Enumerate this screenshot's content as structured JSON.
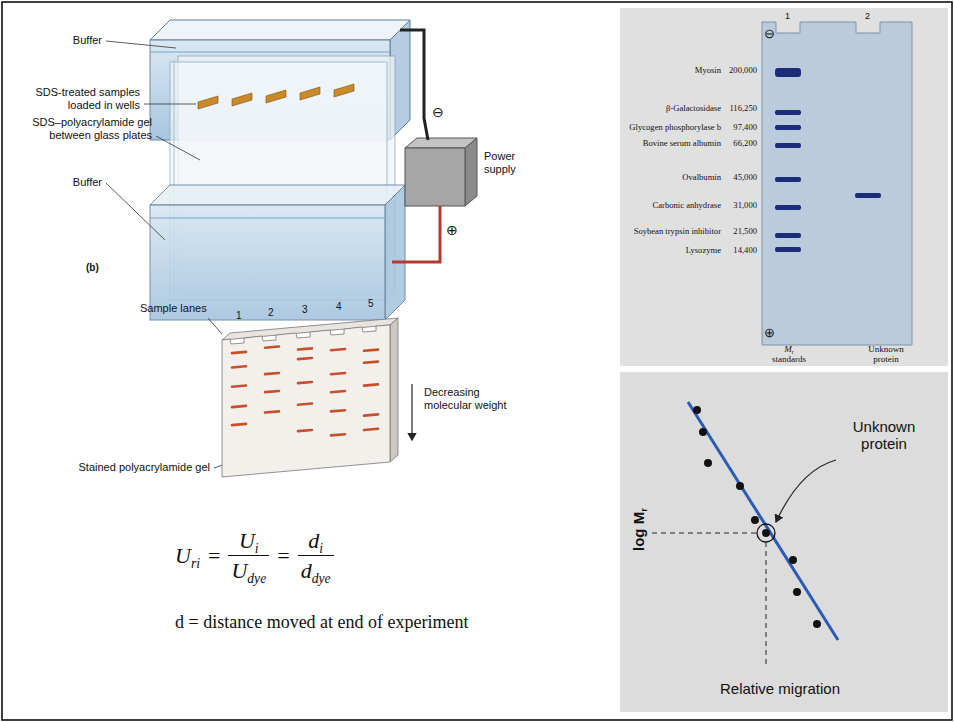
{
  "diagram": {
    "labels": [
      "Buffer",
      "SDS-treated samples loaded in wells",
      "SDS–polyacrylamide gel between glass plates",
      "Buffer",
      "(b)",
      "Power supply",
      "⊖",
      "⊕",
      "Sample lanes",
      "1",
      "2",
      "3",
      "4",
      "5",
      "Decreasing molecular weight",
      "Stained polyacrylamide gel",
      "U",
      "ri",
      "=",
      "U",
      "i",
      "U",
      "dye",
      "=",
      "d",
      "i",
      "d",
      "dye",
      "d = distance moved at end of experiment",
      "1",
      "2",
      "⊖",
      "⊕",
      "Myosin",
      "200,000",
      "β-Galactosidase",
      "116,250",
      "Glycogen phosphorylase b",
      "97,400",
      "Bovine serum albumin",
      "66,200",
      "Ovalbumin",
      "45,000",
      "Carbonic anhydrase",
      "31,000",
      "Soybean trypsin inhibitor",
      "21,500",
      "Lysozyme",
      "14,400",
      "M",
      "r",
      "standards",
      "Unknown protein",
      "Unknown protein",
      "log M",
      "r",
      "Relative migration"
    ]
  }
}
